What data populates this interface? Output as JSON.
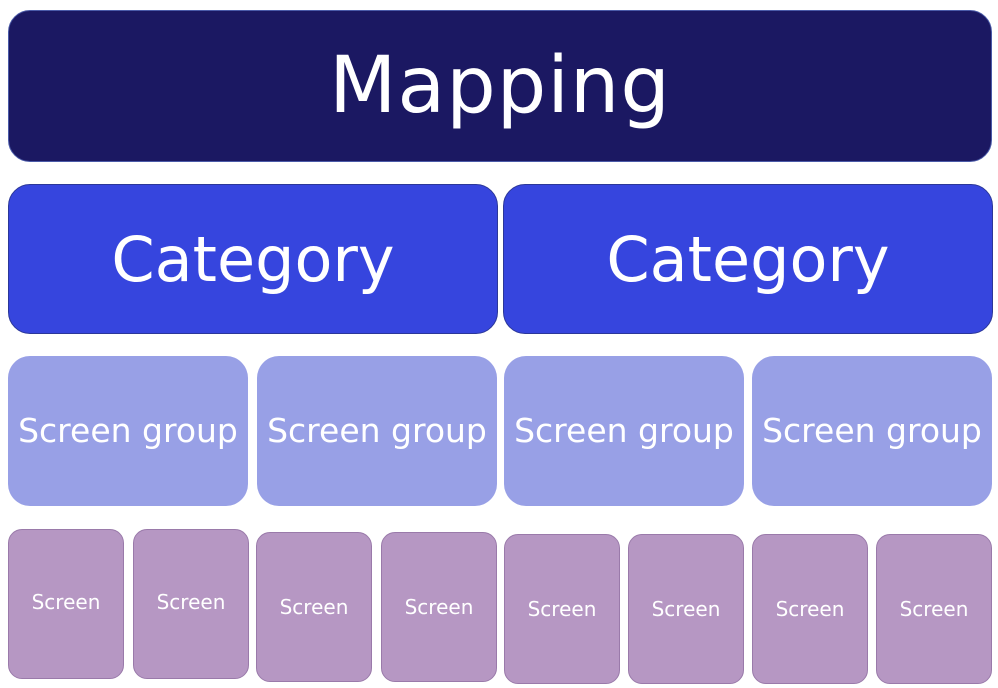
{
  "mapping": {
    "label": "Mapping"
  },
  "categories": [
    {
      "label": "Category"
    },
    {
      "label": "Category"
    }
  ],
  "screen_groups": [
    {
      "label": "Screen group"
    },
    {
      "label": "Screen group"
    },
    {
      "label": "Screen group"
    },
    {
      "label": "Screen group"
    }
  ],
  "screens": [
    {
      "label": "Screen"
    },
    {
      "label": "Screen"
    },
    {
      "label": "Screen"
    },
    {
      "label": "Screen"
    },
    {
      "label": "Screen"
    },
    {
      "label": "Screen"
    },
    {
      "label": "Screen"
    },
    {
      "label": "Screen"
    }
  ],
  "colors": {
    "mapping": "#1b1862",
    "category": "#3645de",
    "screen_group": "#98a0e6",
    "screen": "#b697c3",
    "text": "#ffffff"
  }
}
